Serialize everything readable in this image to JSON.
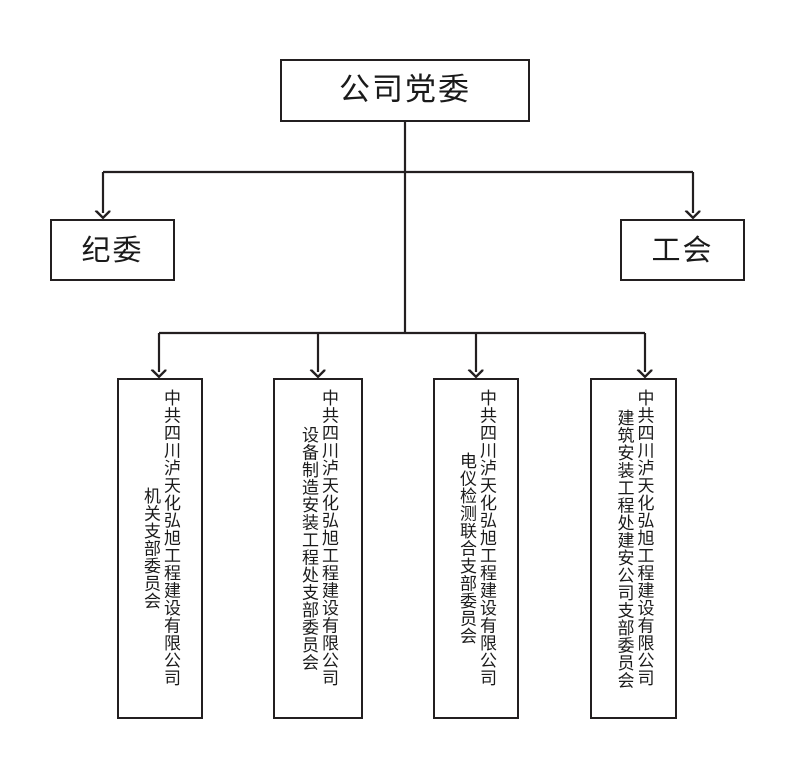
{
  "diagram": {
    "title_node": {
      "label": "公司党委"
    },
    "second_level": [
      {
        "name": "discipline-committee",
        "label": "纪委"
      },
      {
        "name": "labor-union",
        "label": "工会"
      }
    ],
    "branches": [
      {
        "name": "organ-branch",
        "company_line": "中共四川泸天化弘旭工程建设有限公司",
        "branch_line": "机关支部委员会"
      },
      {
        "name": "equipment-manufacturing-installation-branch",
        "company_line": "中共四川泸天化弘旭工程建设有限公司",
        "branch_line": "设备制造安装工程处支部委员会"
      },
      {
        "name": "instrument-testing-joint-branch",
        "company_line": "中共四川泸天化弘旭工程建设有限公司",
        "branch_line": "电仪检测联合支部委员会"
      },
      {
        "name": "construction-installation-branch",
        "company_line": "中共四川泸天化弘旭工程建设有限公司",
        "branch_line": "建筑安装工程处建安公司支部委员会"
      }
    ],
    "colors": {
      "line": "#231f20",
      "text": "#1a1a1a",
      "background": "#ffffff"
    }
  }
}
